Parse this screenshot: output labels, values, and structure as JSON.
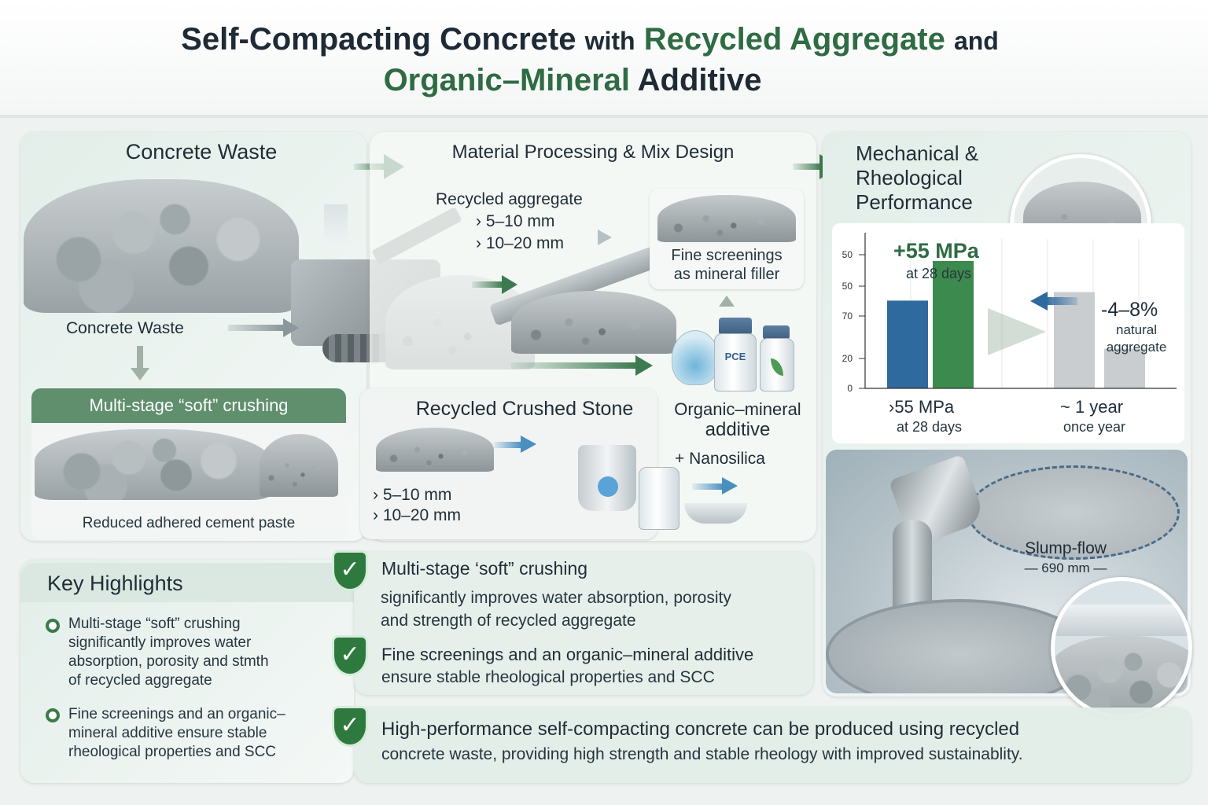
{
  "title": {
    "part1": "Self-Compacting Concrete",
    "with": "with",
    "highlight1": "Recycled Aggregate",
    "and": "and",
    "highlight2": "Organic–Mineral",
    "part2": "Additive"
  },
  "waste_panel": {
    "header": "Concrete Waste",
    "label": "Concrete Waste",
    "crushing_header": "Multi-stage “soft” crushing",
    "crushing_caption": "Reduced adhered cement paste"
  },
  "processing_panel": {
    "header": "Material Processing & Mix Design",
    "aggregate_title": "Recycled aggregate",
    "aggregate_sizes": [
      "5–10 mm",
      "10–20 mm"
    ],
    "fine_screenings": [
      "Fine screenings",
      "as mineral filler"
    ],
    "crushed_stone_header": "Recycled Crushed Stone",
    "crushed_sizes": [
      "5–10 mm",
      "10–20 mm"
    ],
    "additive_label": [
      "Organic–mineral",
      "additive"
    ],
    "nanosilica": "+ Nanosilica",
    "pce_label": "PCE"
  },
  "performance_panel": {
    "header": [
      "Mechanical &",
      "Rheological",
      "Performance"
    ],
    "top_value": "+55 MPa",
    "top_caption": "at 28 days",
    "reduction_value": "-4–8%",
    "reduction_caption": [
      "natural",
      "aggregate"
    ],
    "bottom_left_value": "›55 MPa",
    "bottom_left_caption": "at 28 days",
    "bottom_right_value": "~ 1 year",
    "bottom_right_caption": "once year",
    "slump_title": "Slump-flow",
    "slump_value": "— 690 mm —"
  },
  "chart_data": {
    "type": "bar",
    "y_tick_labels": [
      "50",
      "50",
      "70",
      "20",
      "0"
    ],
    "series": [
      {
        "values": [
          62,
          90,
          68,
          28
        ]
      }
    ],
    "bar_colors": [
      "#2f6a9e",
      "#3c8a4e",
      "#c9cdd0",
      "#c9cdd0"
    ],
    "ylim": [
      0,
      100
    ]
  },
  "key_highlights": {
    "header": "Key Highlights",
    "items": [
      [
        "Multi-stage “soft” crushing",
        "significantly improves water",
        "absorption, porosity and stmth",
        "of recycled aggregate"
      ],
      [
        "Fine screenings and an organic–",
        "mineral additive ensure stable",
        "rheological properties and SCC"
      ]
    ]
  },
  "findings": [
    {
      "title": "Multi-stage ‘soft” crushing",
      "lines": [
        "significantly improves water absorption, porosity",
        "and strength of recycled aggregate"
      ]
    },
    {
      "title": "Fine screenings and an organic–mineral additive",
      "lines": [
        "ensure stable rheological properties and SCC"
      ]
    },
    {
      "title": "",
      "lines": [
        "High-performance self-compacting concrete can be produced using recycled",
        "concrete waste, providing high strength and stable rheology with improved sustainablity."
      ]
    }
  ],
  "colors": {
    "accent_green": "#2f6b43",
    "check_green": "#2e7a3e",
    "chart_blue": "#2f6a9e"
  }
}
